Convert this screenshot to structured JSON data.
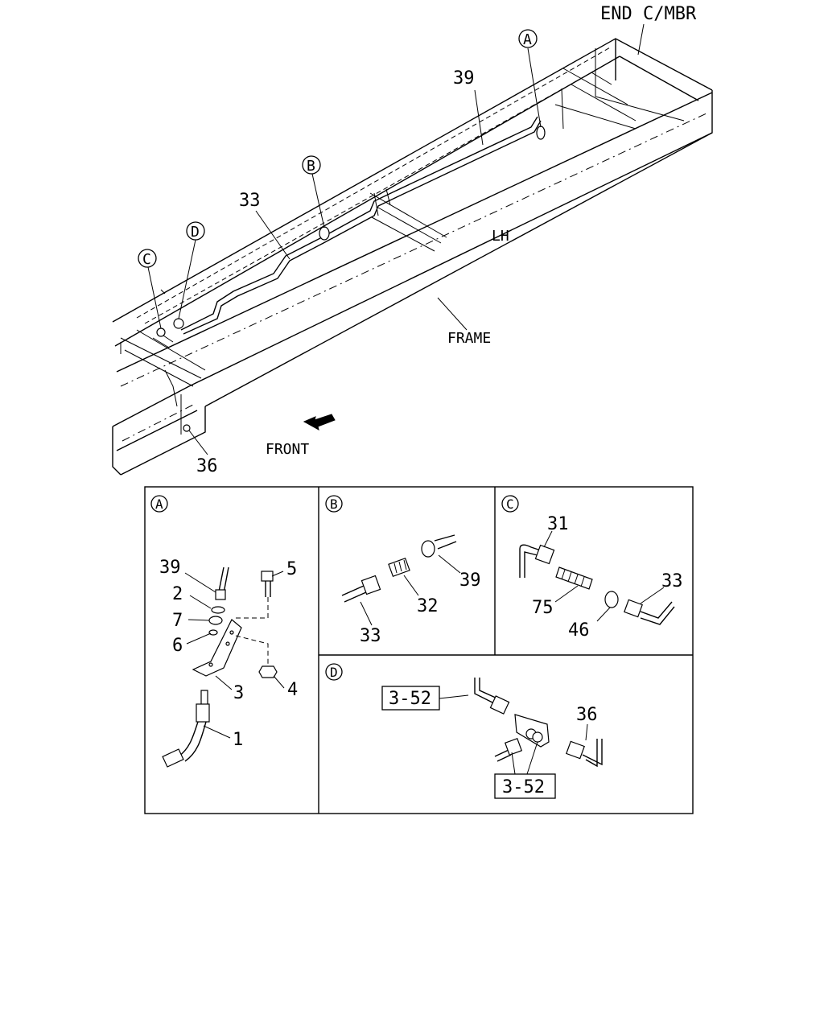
{
  "main_view": {
    "end_cmbr": "END C/MBR",
    "lh": "LH",
    "frame": "FRAME",
    "front": "FRONT",
    "callouts": {
      "c39": "39",
      "c33": "33",
      "c36": "36"
    },
    "refs": {
      "a": "A",
      "b": "B",
      "c": "C",
      "d": "D"
    }
  },
  "detail_a": {
    "ref": "A",
    "parts": {
      "p39": "39",
      "p2": "2",
      "p7": "7",
      "p6": "6",
      "p5": "5",
      "p3": "3",
      "p4": "4",
      "p1": "1"
    }
  },
  "detail_b": {
    "ref": "B",
    "parts": {
      "p39": "39",
      "p32": "32",
      "p33": "33"
    }
  },
  "detail_c": {
    "ref": "C",
    "parts": {
      "p31": "31",
      "p33": "33",
      "p75": "75",
      "p46": "46"
    }
  },
  "detail_d": {
    "ref": "D",
    "parts": {
      "p36": "36"
    },
    "xref_top": "3-52",
    "xref_bottom": "3-52"
  }
}
